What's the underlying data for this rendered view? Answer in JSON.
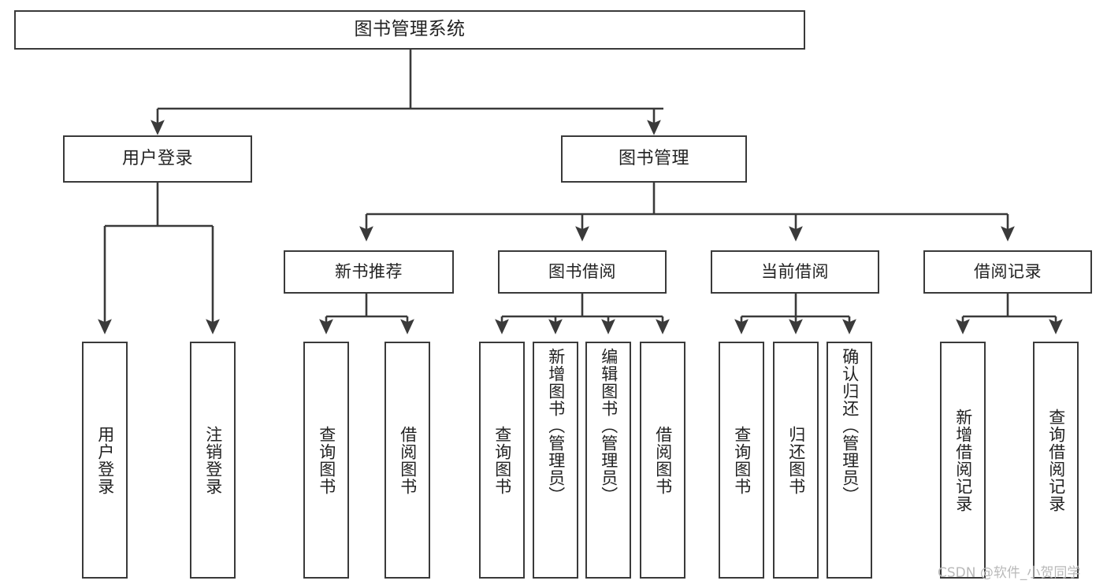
{
  "diagram": {
    "title": "图书管理系统",
    "type": "tree-hierarchy-diagram",
    "line_color": "#3a3a3a",
    "box_fill": "#ffffff",
    "text_color": "#222222",
    "background": "#ffffff"
  },
  "root": {
    "label": "图书管理系统"
  },
  "branches": [
    {
      "label": "用户登录"
    },
    {
      "label": "图书管理"
    }
  ],
  "subbranches": [
    {
      "label": "新书推荐"
    },
    {
      "label": "图书借阅"
    },
    {
      "label": "当前借阅"
    },
    {
      "label": "借阅记录"
    }
  ],
  "leaves": [
    {
      "label": "用户登录",
      "parent": "用户登录"
    },
    {
      "label": "注销登录",
      "parent": "用户登录"
    },
    {
      "label": "查询图书",
      "parent": "新书推荐"
    },
    {
      "label": "借阅图书",
      "parent": "新书推荐"
    },
    {
      "label": "查询图书",
      "parent": "图书借阅"
    },
    {
      "label": "新增图书（管理员）",
      "parent": "图书借阅"
    },
    {
      "label": "编辑图书（管理员）",
      "parent": "图书借阅"
    },
    {
      "label": "借阅图书",
      "parent": "图书借阅"
    },
    {
      "label": "查询图书",
      "parent": "当前借阅"
    },
    {
      "label": "归还图书",
      "parent": "当前借阅"
    },
    {
      "label": "确认归还（管理员）",
      "parent": "当前借阅"
    },
    {
      "label": "新增借阅记录",
      "parent": "借阅记录"
    },
    {
      "label": "查询借阅记录",
      "parent": "借阅记录"
    }
  ],
  "watermark": {
    "text": "CSDN @软件_小贺同学"
  }
}
